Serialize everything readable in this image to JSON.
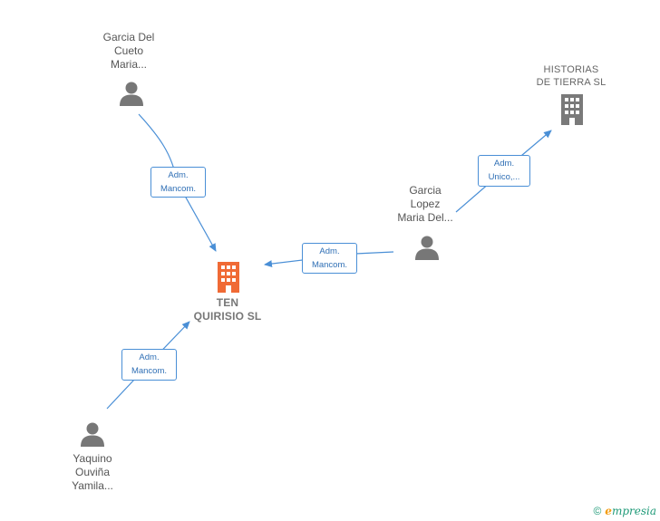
{
  "graph": {
    "main_company": {
      "line1": "TEN",
      "line2": "QUIRISIO  SL",
      "color": "#f06a35"
    },
    "other_company": {
      "line1": "HISTORIAS",
      "line2": "DE TIERRA  SL",
      "color": "#7a7a7a"
    },
    "persons": {
      "garcia_del_cueto": [
        "Garcia Del",
        "Cueto",
        "Maria..."
      ],
      "garcia_lopez": [
        "Garcia",
        "Lopez",
        "Maria Del..."
      ],
      "yaquino": [
        "Yaquino",
        "Ouviña",
        "Yamila..."
      ]
    },
    "edges": {
      "cueto_to_ten": [
        "Adm.",
        "Mancom."
      ],
      "lopez_to_ten": [
        "Adm.",
        "Mancom."
      ],
      "lopez_to_historias": [
        "Adm.",
        "Unico,..."
      ],
      "yaquino_to_ten": [
        "Adm.",
        "Mancom."
      ]
    },
    "person_icon_color": "#777777",
    "edge_color": "#4a8fd6"
  },
  "footer": {
    "copyright": "©",
    "brand_first": "e",
    "brand_rest": "mpresia"
  }
}
